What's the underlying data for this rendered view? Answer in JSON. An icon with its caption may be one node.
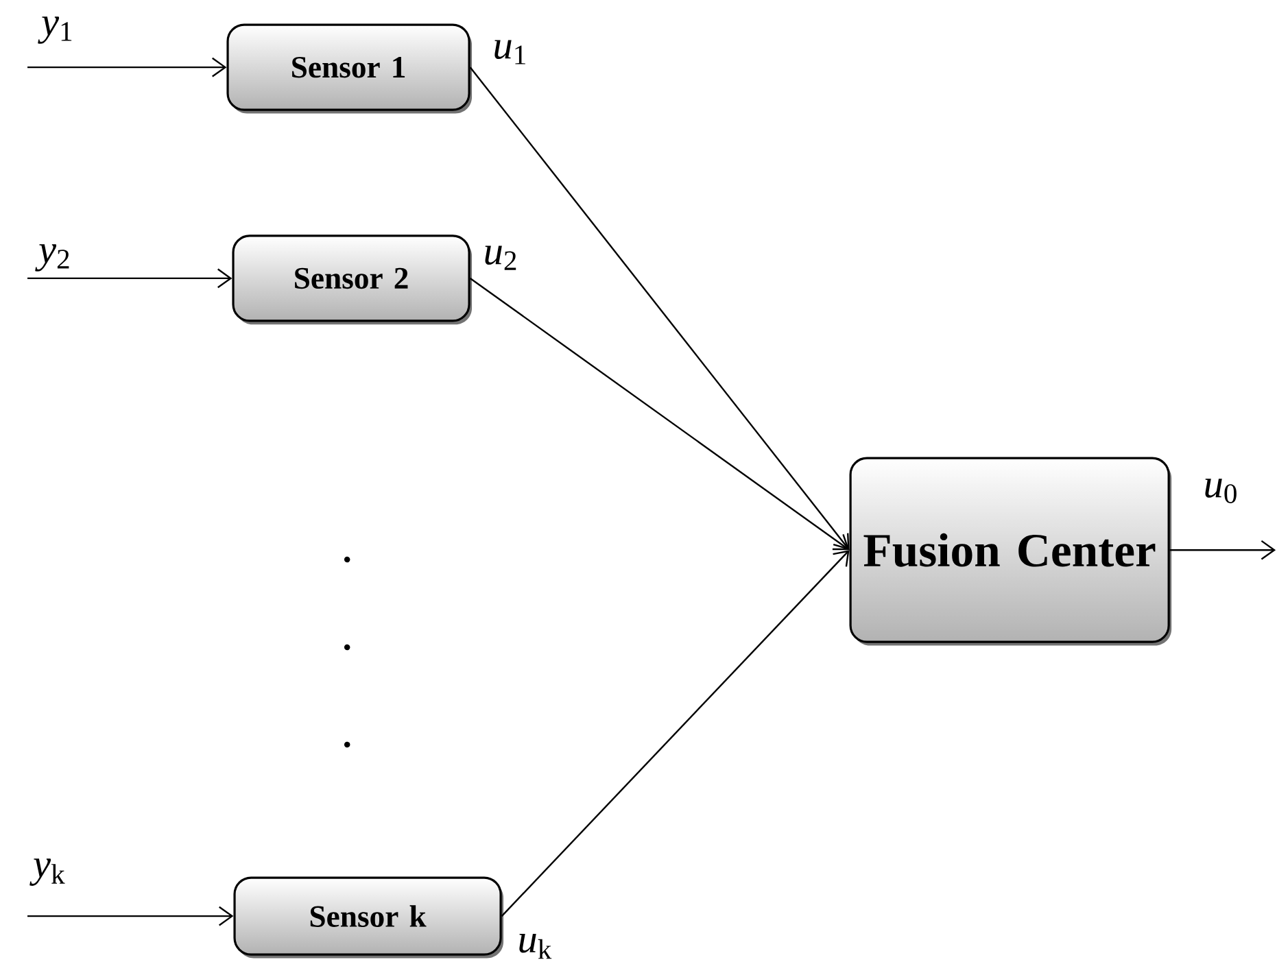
{
  "diagram": {
    "nodes": [
      {
        "text": [
          "Sensor 1"
        ]
      },
      {
        "text": [
          "Sensor 2"
        ]
      },
      {
        "text": [
          "Sensor k"
        ]
      },
      {
        "text": [
          "Fusion Center"
        ]
      }
    ],
    "edges": [
      {
        "from": null,
        "to": 0,
        "arrow": "to",
        "label": "*y*$_{1}$"
      },
      {
        "from": null,
        "to": 1,
        "arrow": "to",
        "label": "*y*$_{2}$"
      },
      {
        "from": null,
        "to": 2,
        "arrow": "to",
        "label": "*y*$_{k}$"
      },
      {
        "from": 0,
        "to": 3,
        "arrow": "to",
        "label": "*u*$_{1}$"
      },
      {
        "from": 1,
        "to": 3,
        "arrow": "to",
        "label": "*u*$_{2}$"
      },
      {
        "from": 2,
        "to": 3,
        "arrow": "to",
        "label": "*u*$_{k}$"
      },
      {
        "from": 3,
        "to": null,
        "arrow": "to",
        "label": "*u*$_{0}$"
      }
    ]
  }
}
